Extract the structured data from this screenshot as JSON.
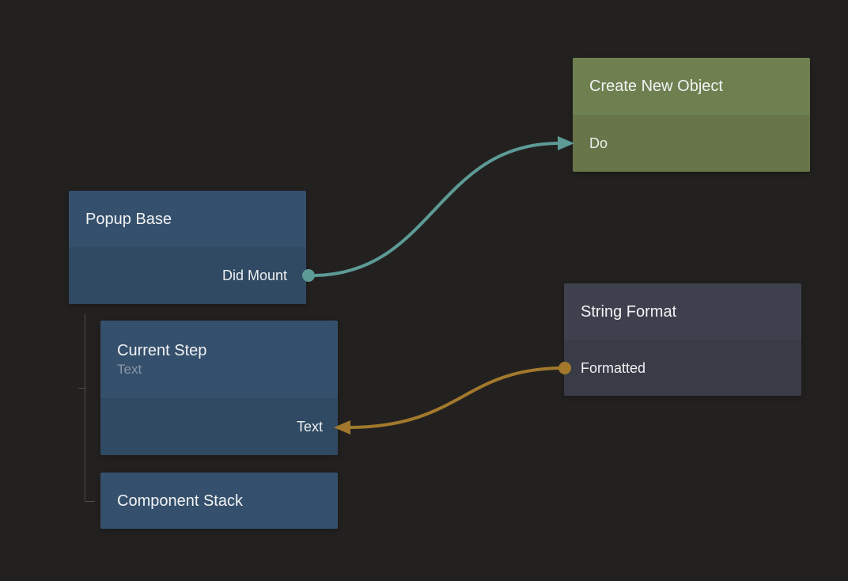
{
  "colors": {
    "canvas_bg": "#232120",
    "blue_node_header": "#35506d",
    "blue_node_body": "#304a63",
    "green_node_header": "#6e8050",
    "green_node_body": "#687549",
    "slate_node_header": "#3e414d",
    "slate_node_body": "#393c47",
    "title_text": "#f2f3f4",
    "subtitle_text": "#8c96a4",
    "hierarchy_line": "#4b4b4b",
    "teal_wire": "#5d9b97",
    "orange_wire": "#a2792c"
  },
  "nodes": {
    "create_new_object": {
      "title": "Create New Object",
      "ports": {
        "do": "Do"
      }
    },
    "popup_base": {
      "title": "Popup Base",
      "ports": {
        "did_mount": "Did Mount"
      }
    },
    "string_format": {
      "title": "String Format",
      "ports": {
        "formatted": "Formatted"
      }
    },
    "current_step": {
      "title": "Current Step",
      "subtitle": "Text",
      "ports": {
        "text": "Text"
      }
    },
    "component_stack": {
      "title": "Component Stack"
    }
  },
  "connections": [
    {
      "from": "Popup Base / Did Mount",
      "to": "Create New Object / Do",
      "color": "#5d9b97"
    },
    {
      "from": "String Format / Formatted",
      "to": "Current Step / Text",
      "color": "#a2792c"
    }
  ]
}
